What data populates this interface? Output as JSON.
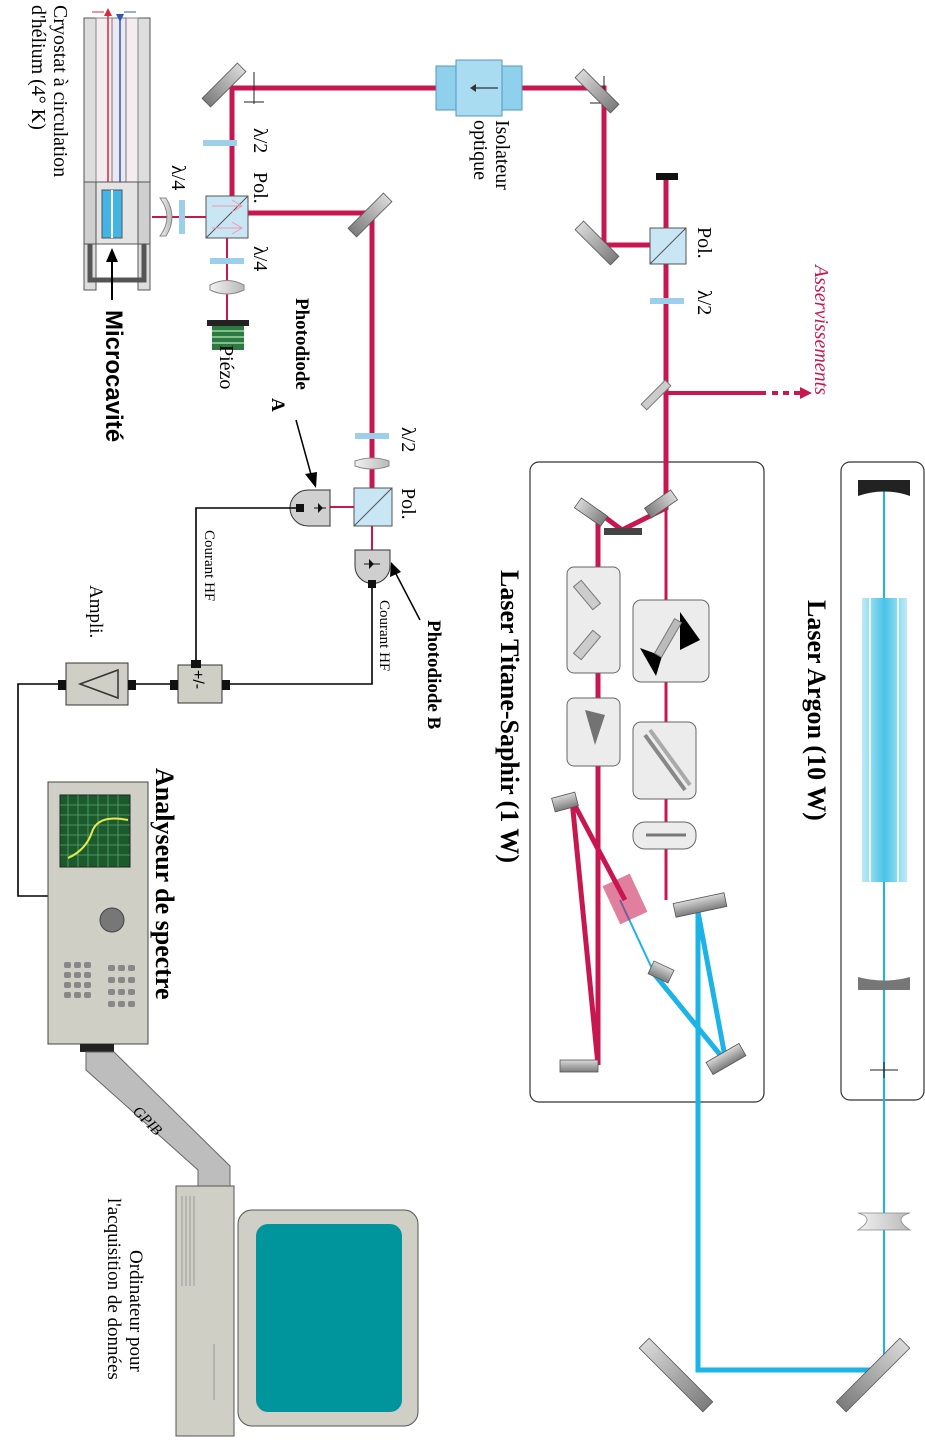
{
  "colors": {
    "red_beam": "#c8174f",
    "blue_beam": "#1cb3e6",
    "argon_tube": "#6fd2ee",
    "optic_blue": "#a9d9ef",
    "mirror_gray": "#9a9a9a",
    "enclosure_stroke": "#333333",
    "screen_green": "#2a8a50",
    "computer_screen": "#00949c",
    "device_gray": "#cfcfc6"
  },
  "labels": {
    "laser_argon": "Laser Argon (10 W)",
    "laser_ti": "Laser Titane-Saphir (1 W)",
    "asserv": "Asservissements",
    "isolateur_1": "Isolateur",
    "isolateur_2": "optique",
    "pol_top": "Pol.",
    "l2_top": "λ/2",
    "l2_mid": "λ/2",
    "pol_mid": "Pol.",
    "l4_left": "λ/4",
    "l4_right": "λ/4",
    "l2_pd": "λ/2",
    "pol_pd": "Pol.",
    "piezo": "Piézo",
    "cryo_1": "Cryostat à circulation",
    "cryo_2": "d'hélium (4° K)",
    "microcavite": "Microcavité",
    "pd_a_1": "Photodiode",
    "pd_a_2": "A",
    "pd_b": "Photodiode B",
    "courant_a": "Courant HF",
    "courant_b": "Courant HF",
    "ampli": "Ampli.",
    "plusminus": "+/-",
    "analyseur": "Analyseur de spectre",
    "gpib": "GPIB",
    "ordi_1": "Ordinateur pour",
    "ordi_2": "l'acquisition de données"
  }
}
